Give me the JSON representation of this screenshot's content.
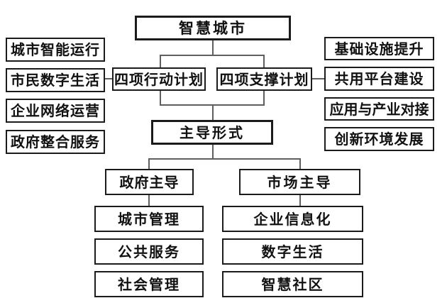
{
  "diagram": {
    "title": "智慧城市",
    "palette": {
      "box_border": "#1b1b1b",
      "connector_line": "#5f5f5f",
      "background": "#ffffff",
      "text": "#111111"
    },
    "nodes": {
      "root": "智慧城市",
      "action_plan": "四项行动计划",
      "support_plan": "四项支撑计划",
      "action_items": [
        "城市智能运行",
        "市民数字生活",
        "企业网络运营",
        "政府整合服务"
      ],
      "support_items": [
        "基础设施提升",
        "共用平台建设",
        "应用与产业对接",
        "创新环境发展"
      ],
      "leading_form": "主导形式",
      "gov_led": "政府主导",
      "market_led": "市场主导",
      "gov_items": [
        "城市管理",
        "公共服务",
        "社会管理"
      ],
      "market_items": [
        "企业信息化",
        "数字生活",
        "智慧社区"
      ]
    },
    "edges": [
      {
        "from": "root",
        "to": "action_plan"
      },
      {
        "from": "root",
        "to": "support_plan"
      },
      {
        "from": "action_plan",
        "to": "市民数字生活"
      },
      {
        "from": "support_plan",
        "to": "共用平台建设"
      },
      {
        "from": "action_plan",
        "to": "leading_form"
      },
      {
        "from": "support_plan",
        "to": "leading_form"
      },
      {
        "from": "leading_form",
        "to": "gov_led"
      },
      {
        "from": "leading_form",
        "to": "market_led"
      },
      {
        "from": "gov_led",
        "to": "城市管理"
      },
      {
        "from": "market_led",
        "to": "企业信息化"
      }
    ]
  }
}
